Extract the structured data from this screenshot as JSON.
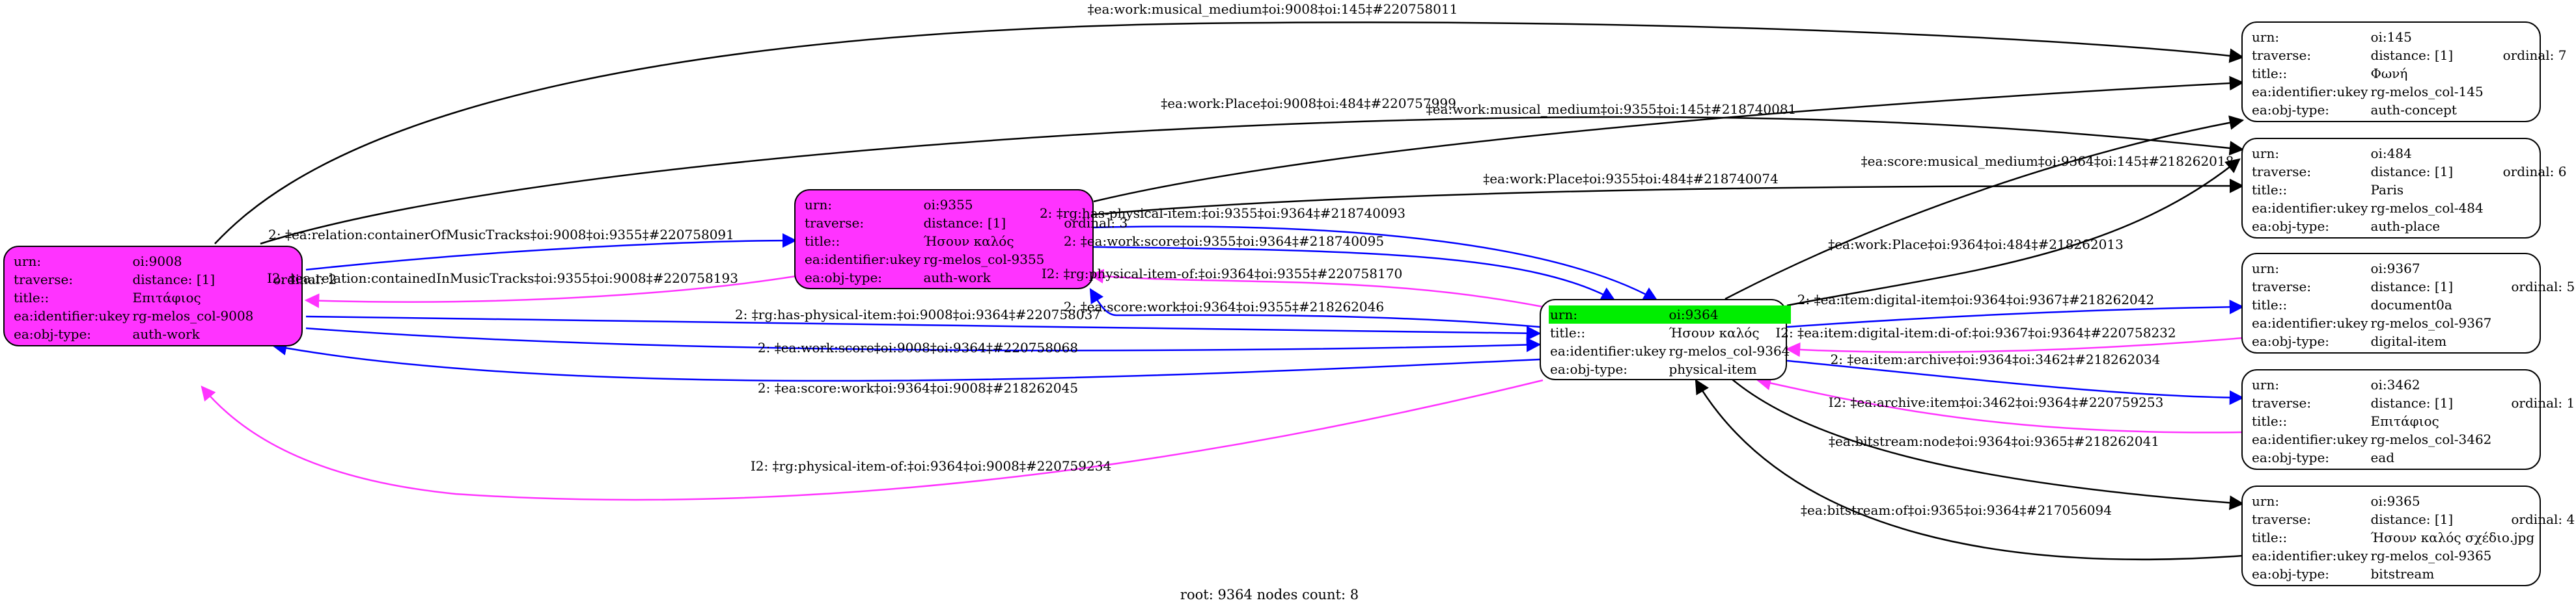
{
  "colors": {
    "work_fill": "#ff33ff",
    "root_highlight": "#00ee00",
    "edge_forward": "#0000ff",
    "edge_inverse": "#ff33ff",
    "edge_plain": "#000000"
  },
  "nodes": [
    {
      "id": "n9008",
      "rows": [
        [
          "urn:",
          "oi:9008",
          ""
        ],
        [
          "traverse:",
          "distance: [1]",
          "ordinal: 2"
        ],
        [
          "title::",
          "Επιτάφιος",
          ""
        ],
        [
          "ea:identifier:ukey",
          "rg-melos_col-9008",
          ""
        ],
        [
          "ea:obj-type:",
          "auth-work",
          ""
        ]
      ]
    },
    {
      "id": "n9355",
      "rows": [
        [
          "urn:",
          "oi:9355",
          ""
        ],
        [
          "traverse:",
          "distance: [1]",
          "ordinal: 3"
        ],
        [
          "title::",
          "Ήσουν καλός",
          ""
        ],
        [
          "ea:identifier:ukey",
          "rg-melos_col-9355",
          ""
        ],
        [
          "ea:obj-type:",
          "auth-work",
          ""
        ]
      ]
    },
    {
      "id": "n9364",
      "rows": [
        [
          "urn:",
          "oi:9364",
          ""
        ],
        [
          "title::",
          "Ήσουν καλός",
          ""
        ],
        [
          "ea:identifier:ukey",
          "rg-melos_col-9364",
          ""
        ],
        [
          "ea:obj-type:",
          "physical-item",
          ""
        ]
      ]
    },
    {
      "id": "n145",
      "rows": [
        [
          "urn:",
          "oi:145",
          ""
        ],
        [
          "traverse:",
          "distance: [1]",
          "ordinal: 7"
        ],
        [
          "title::",
          "Φωνή",
          ""
        ],
        [
          "ea:identifier:ukey",
          "rg-melos_col-145",
          ""
        ],
        [
          "ea:obj-type:",
          "auth-concept",
          ""
        ]
      ]
    },
    {
      "id": "n484",
      "rows": [
        [
          "urn:",
          "oi:484",
          ""
        ],
        [
          "traverse:",
          "distance: [1]",
          "ordinal: 6"
        ],
        [
          "title::",
          "Paris",
          ""
        ],
        [
          "ea:identifier:ukey",
          "rg-melos_col-484",
          ""
        ],
        [
          "ea:obj-type:",
          "auth-place",
          ""
        ]
      ]
    },
    {
      "id": "n9367",
      "rows": [
        [
          "urn:",
          "oi:9367",
          ""
        ],
        [
          "traverse:",
          "distance: [1]",
          "ordinal: 5"
        ],
        [
          "title::",
          "document0a",
          ""
        ],
        [
          "ea:identifier:ukey",
          "rg-melos_col-9367",
          ""
        ],
        [
          "ea:obj-type:",
          "digital-item",
          ""
        ]
      ]
    },
    {
      "id": "n3462",
      "rows": [
        [
          "urn:",
          "oi:3462",
          ""
        ],
        [
          "traverse:",
          "distance: [1]",
          "ordinal: 1"
        ],
        [
          "title::",
          "Επιτάφιος",
          ""
        ],
        [
          "ea:identifier:ukey",
          "rg-melos_col-3462",
          ""
        ],
        [
          "ea:obj-type:",
          "ead",
          ""
        ]
      ]
    },
    {
      "id": "n9365",
      "rows": [
        [
          "urn:",
          "oi:9365",
          ""
        ],
        [
          "traverse:",
          "distance: [1]",
          "ordinal: 4"
        ],
        [
          "title::",
          "Ήσουν καλός  σχέδιο.jpg",
          ""
        ],
        [
          "ea:identifier:ukey",
          "rg-melos_col-9365",
          ""
        ],
        [
          "ea:obj-type:",
          "bitstream",
          ""
        ]
      ]
    }
  ],
  "edges": [
    {
      "label": "‡ea:work:musical_medium‡oi:9008‡oi:145‡#220758011",
      "kind": "plain"
    },
    {
      "label": "‡ea:work:Place‡oi:9008‡oi:484‡#220757999",
      "kind": "plain"
    },
    {
      "label": "‡ea:work:musical_medium‡oi:9355‡oi:145‡#218740081",
      "kind": "plain"
    },
    {
      "label": "‡ea:score:musical_medium‡oi:9364‡oi:145‡#218262018",
      "kind": "plain"
    },
    {
      "label": "‡ea:work:Place‡oi:9355‡oi:484‡#218740074",
      "kind": "plain"
    },
    {
      "label": "‡ea:work:Place‡oi:9364‡oi:484‡#218262013",
      "kind": "plain"
    },
    {
      "label": "2: ‡ea:relation:containerOfMusicTracks‡oi:9008‡oi:9355‡#220758091",
      "kind": "forward"
    },
    {
      "label": "I2: ‡ea:relation:containedInMusicTracks‡oi:9355‡oi:9008‡#220758193",
      "kind": "inverse"
    },
    {
      "label": "2: ‡rg:has-physical-item:‡oi:9355‡oi:9364‡#218740093",
      "kind": "forward"
    },
    {
      "label": "2: ‡ea:work:score‡oi:9355‡oi:9364‡#218740095",
      "kind": "forward"
    },
    {
      "label": "I2: ‡rg:physical-item-of:‡oi:9364‡oi:9355‡#220758170",
      "kind": "inverse"
    },
    {
      "label": "2: ‡ea:score:work‡oi:9364‡oi:9355‡#218262046",
      "kind": "forward"
    },
    {
      "label": "2: ‡rg:has-physical-item:‡oi:9008‡oi:9364‡#220758037",
      "kind": "forward"
    },
    {
      "label": "2: ‡ea:work:score‡oi:9008‡oi:9364‡#220758068",
      "kind": "forward"
    },
    {
      "label": "2: ‡ea:score:work‡oi:9364‡oi:9008‡#218262045",
      "kind": "forward"
    },
    {
      "label": "I2: ‡rg:physical-item-of:‡oi:9364‡oi:9008‡#220759234",
      "kind": "inverse"
    },
    {
      "label": "2: ‡ea:item:digital-item‡oi:9364‡oi:9367‡#218262042",
      "kind": "forward"
    },
    {
      "label": "I2: ‡ea:item:digital-item:di-of:‡oi:9367‡oi:9364‡#220758232",
      "kind": "inverse"
    },
    {
      "label": "2: ‡ea:item:archive‡oi:9364‡oi:3462‡#218262034",
      "kind": "forward"
    },
    {
      "label": "I2: ‡ea:archive:item‡oi:3462‡oi:9364‡#220759253",
      "kind": "inverse"
    },
    {
      "label": "‡ea:bitstream:node‡oi:9364‡oi:9365‡#218262041",
      "kind": "plain"
    },
    {
      "label": "‡ea:bitstream:of‡oi:9365‡oi:9364‡#217056094",
      "kind": "plain"
    }
  ],
  "footer": "root: 9364 nodes count: 8"
}
